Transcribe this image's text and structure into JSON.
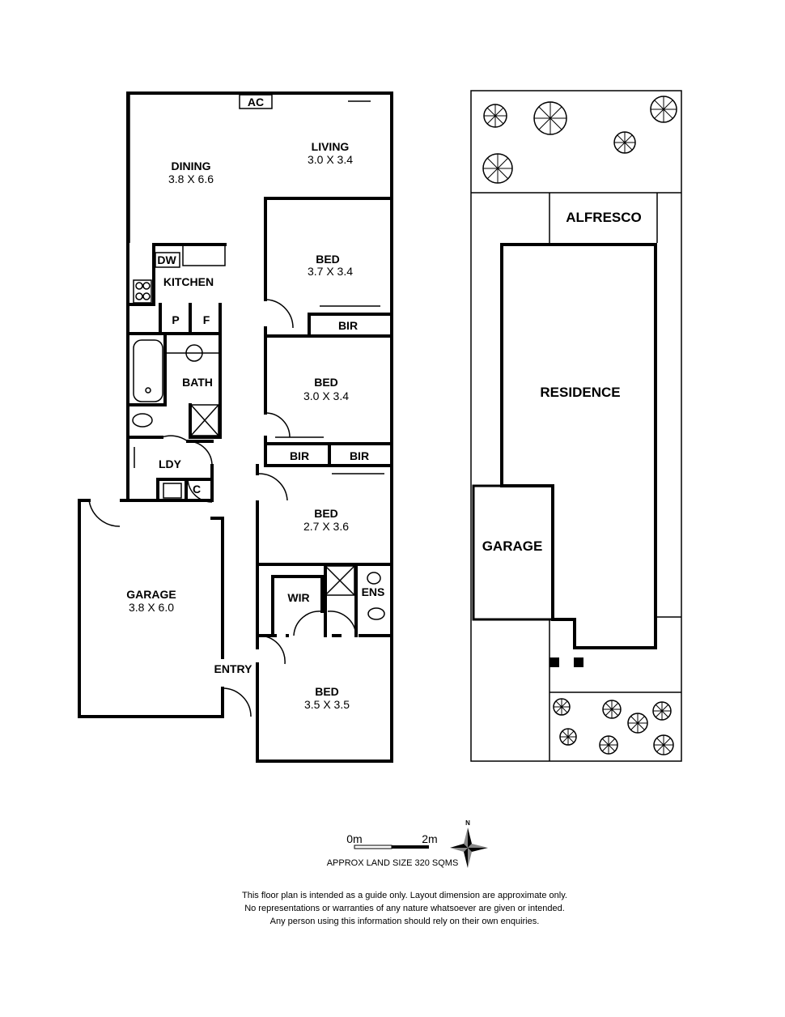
{
  "floor_plan": {
    "rooms": [
      {
        "name": "DINING",
        "size": "3.8 X 6.6"
      },
      {
        "name": "LIVING",
        "size": "3.0 X 3.4"
      },
      {
        "name": "BED",
        "size": "3.7 X 3.4"
      },
      {
        "name": "BED",
        "size": "3.0 X 3.4"
      },
      {
        "name": "BED",
        "size": "2.7 X 3.6"
      },
      {
        "name": "BED",
        "size": "3.5 X 3.5"
      },
      {
        "name": "GARAGE",
        "size": "3.8 X 6.0"
      }
    ],
    "labels": {
      "ac": "AC",
      "dw": "DW",
      "kitchen": "KITCHEN",
      "p": "P",
      "f": "F",
      "bath": "BATH",
      "ldy": "LDY",
      "c": "C",
      "bir": "BIR",
      "wir": "WIR",
      "ens": "ENS",
      "entry": "ENTRY"
    }
  },
  "site_plan": {
    "alfresco": "ALFRESCO",
    "residence": "RESIDENCE",
    "garage": "GARAGE"
  },
  "scale": {
    "start": "0m",
    "end": "2m",
    "north": "N",
    "land_size": "APPROX LAND SIZE 320 SQMS"
  },
  "disclaimer": [
    "This floor plan is intended as a guide only. Layout dimension are approximate only.",
    "No representations or warranties of any nature whatsoever are given or intended.",
    "Any person using this information should rely on their own enquiries."
  ]
}
